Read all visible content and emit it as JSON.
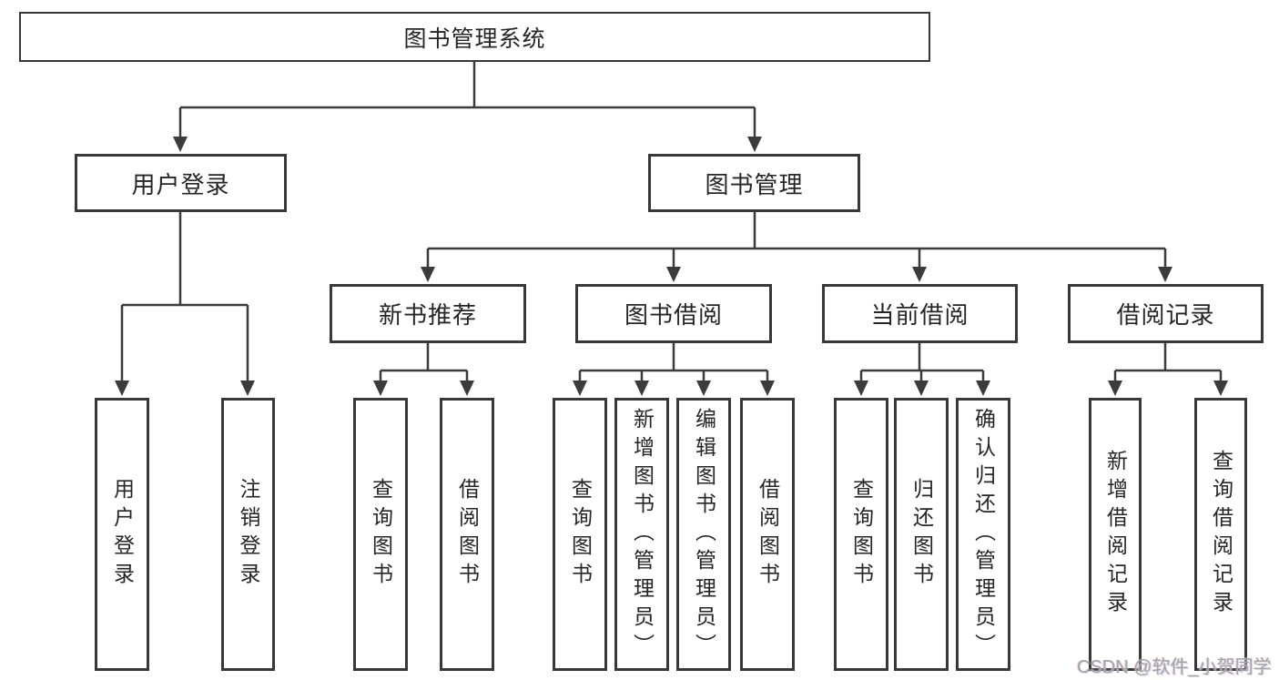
{
  "tree": {
    "label": "图书管理系统",
    "children": [
      {
        "label": "用户登录",
        "children": [
          {
            "label": "用户登录"
          },
          {
            "label": "注销登录"
          }
        ]
      },
      {
        "label": "图书管理",
        "children": [
          {
            "label": "新书推荐",
            "children": [
              {
                "label": "查询图书"
              },
              {
                "label": "借阅图书"
              }
            ]
          },
          {
            "label": "图书借阅",
            "children": [
              {
                "label": "查询图书"
              },
              {
                "label": "新增图书（管理员）"
              },
              {
                "label": "编辑图书（管理员）"
              },
              {
                "label": "借阅图书"
              }
            ]
          },
          {
            "label": "当前借阅",
            "children": [
              {
                "label": "查询图书"
              },
              {
                "label": "归还图书"
              },
              {
                "label": "确认归还（管理员）"
              }
            ]
          },
          {
            "label": "借阅记录",
            "children": [
              {
                "label": "新增借阅记录"
              },
              {
                "label": "查询借阅记录"
              }
            ]
          }
        ]
      }
    ]
  },
  "watermark": {
    "text": "CSDN @软件_小贺同学"
  },
  "colors": {
    "line": "#3b3b3b",
    "box_border": "#383838",
    "text": "#262626",
    "watermark": "#a3a3a3",
    "background": "#ffffff"
  }
}
